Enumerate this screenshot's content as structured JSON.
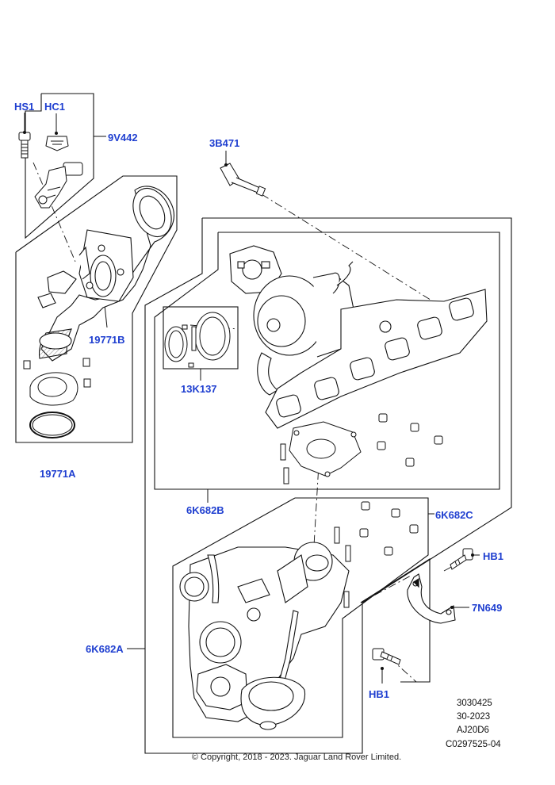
{
  "callouts": {
    "hs1": "HS1",
    "hc1": "HC1",
    "c9v442": "9V442",
    "c3b471": "3B471",
    "c19771b": "19771B",
    "c13k137": "13K137",
    "c19771a": "19771A",
    "c6k682b": "6K682B",
    "c6k682c": "6K682C",
    "c6k682a": "6K682A",
    "hb1_right": "HB1",
    "c7n649": "7N649",
    "hb1_bottom": "HB1"
  },
  "metadata": {
    "ref_number": "3030425",
    "date_code": "30-2023",
    "model_code": "AJ20D6",
    "illustration_code": "C0297525-04"
  },
  "copyright": "© Copyright, 2018 - 2023. Jaguar Land Rover Limited.",
  "colors": {
    "callout": "#1f3fd0",
    "line": "#111111"
  }
}
